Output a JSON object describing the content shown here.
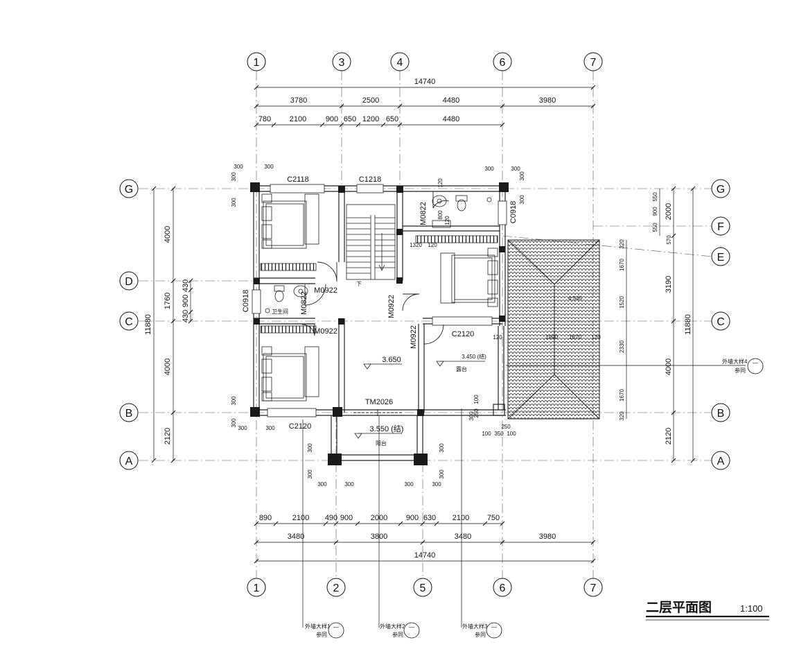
{
  "title": {
    "text": "二层平面图",
    "scale": "1:100"
  },
  "axes": {
    "top": [
      "1",
      "3",
      "4",
      "6",
      "7"
    ],
    "bottom": [
      "1",
      "2",
      "5",
      "6",
      "7"
    ],
    "left": [
      "G",
      "D",
      "C",
      "B",
      "A"
    ],
    "right": [
      "G",
      "F",
      "E",
      "C",
      "B",
      "A"
    ]
  },
  "dims": {
    "top_total": "14740",
    "top_row2": [
      "3780",
      "2500",
      "4480",
      "3980"
    ],
    "top_row3": [
      "780",
      "2100",
      "900",
      "650",
      "1200",
      "650",
      "4480"
    ],
    "bottom_row1": [
      "890",
      "2100",
      "490",
      "900",
      "2000",
      "900",
      "630",
      "2100",
      "750"
    ],
    "bottom_row2": [
      "3480",
      "3800",
      "3480",
      "3980"
    ],
    "bottom_total": "14740",
    "left_total": "11880",
    "left_parts": [
      "4000",
      "1760",
      "4000",
      "2120"
    ],
    "left_small": [
      "430",
      "900",
      "430"
    ],
    "right_total": "11880",
    "right_parts": [
      "2000",
      "3190",
      "4000",
      "2120"
    ],
    "right_sub": [
      "550",
      "900",
      "550",
      "570",
      "320",
      "1670",
      "1520",
      "2330",
      "1670",
      "320"
    ],
    "column_300": "300",
    "misc": [
      "120",
      "800",
      "120",
      "1320",
      "120",
      "120",
      "1990",
      "1670",
      "120",
      "250",
      "100",
      "350",
      "100",
      "100",
      "250"
    ]
  },
  "labels": {
    "c2118": "C2118",
    "c1218": "C1218",
    "m0822": "M0822",
    "c0918_right": "C0918",
    "c0918_left": "C0918",
    "m0922_a": "M0922",
    "m0922_b": "M0922",
    "m0922_c": "M0922",
    "m0922_d": "M0922",
    "m0822_b": "M0822",
    "c2120_right": "C2120",
    "c2120_left": "C2120",
    "tm2026": "TM2026",
    "bathroom": "卫生间",
    "stair_down": "下",
    "elev_3650": "3.650",
    "elev_3450": "3.450 (结)",
    "terrace": "露台",
    "elev_3550": "3.550 (结)",
    "balcony": "阳台",
    "roof_elev": "4.545"
  },
  "callouts": [
    {
      "label": "外墙大样1",
      "sub": "参同",
      "num": "—"
    },
    {
      "label": "外墙大样2",
      "sub": "参同",
      "num": "—"
    },
    {
      "label": "外墙大样3",
      "sub": "参同",
      "num": "—"
    },
    {
      "label": "外墙大样4",
      "sub": "参同",
      "num": "—"
    }
  ],
  "colors": {
    "line": "#111111",
    "wall": "#222222",
    "axis": "#555555",
    "column": "#1a1a1a"
  }
}
